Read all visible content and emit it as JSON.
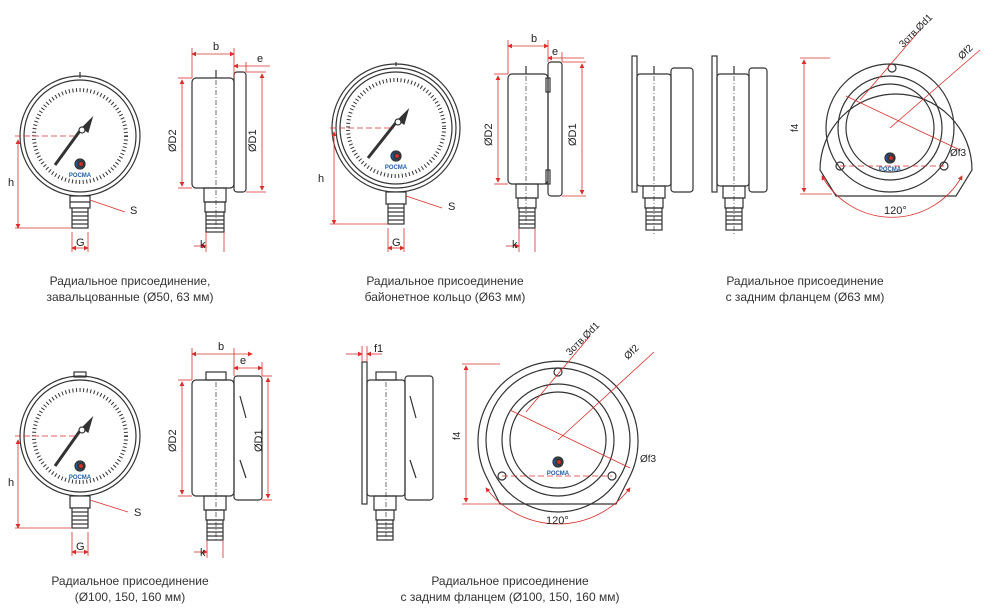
{
  "labels": {
    "b": "b",
    "e": "e",
    "k": "k",
    "G": "G",
    "h": "h",
    "S": "S",
    "D1": "ØD1",
    "D2": "ØD2",
    "f1": "f1",
    "f2": "Øf2",
    "f3": "Øf3",
    "f4": "f4",
    "d1": "3отв.Ød1",
    "angle": "120°",
    "brand": "РОСМА"
  },
  "captions": {
    "c1": {
      "line1": "Радиальное присоединение,",
      "line2": "завальцованные (Ø50, 63 мм)"
    },
    "c2": {
      "line1": "Радиальное присоединение",
      "line2": "байонетное кольцо (Ø63 мм)"
    },
    "c3": {
      "line1": "Радиальное присоединение",
      "line2": "с задним фланцем (Ø63 мм)"
    },
    "c4": {
      "line1": "Радиальное присоединение",
      "line2": "(Ø100, 150, 160 мм)"
    },
    "c5": {
      "line1": "Радиальное присоединение",
      "line2": "с задним фланцем (Ø100, 150, 160 мм)"
    }
  },
  "colors": {
    "line": "#333333",
    "dim": "#d9302c",
    "blue": "#1d5fa8",
    "red": "#d9302c"
  }
}
